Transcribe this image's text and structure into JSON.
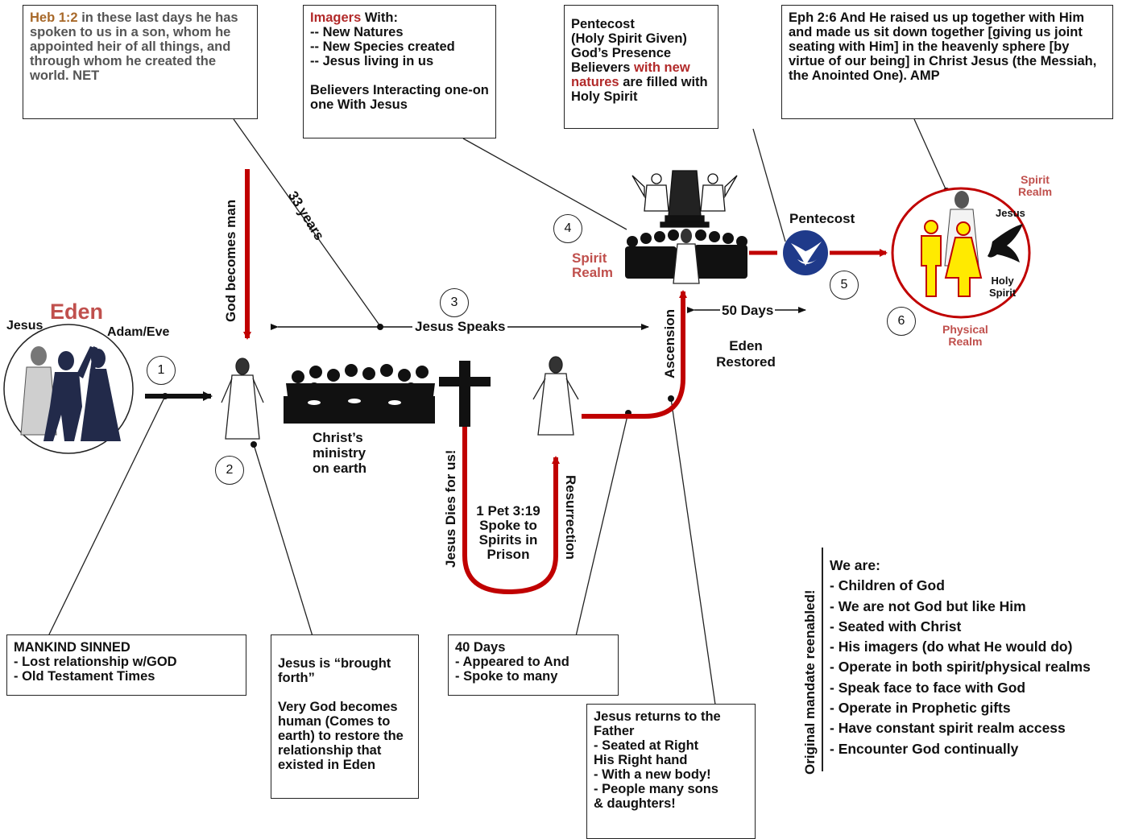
{
  "boxes": {
    "heb": {
      "ref": "Heb 1:2",
      "text": " in these last days he has spoken to us in a son, whom he appointed heir of all things, and through whom he created the world. NET"
    },
    "imagers": {
      "highlight": "Imagers",
      "line1": " With:",
      "rest": "-- New Natures\n-- New Species created\n-- Jesus living in us\n\nBelievers Interacting one-on one With Jesus"
    },
    "pentecost": {
      "lines": "Pentecost\n(Holy Spirit Given)\nGod’s Presence\nBelievers ",
      "highlight": "with new natures",
      "tail": " are filled with Holy Spirit"
    },
    "eph": {
      "text": "Eph 2:6  And He raised us up together with Him and made us sit down together [giving us joint seating with Him] in the heavenly sphere [by virtue of our being] in Christ Jesus (the Messiah, the Anointed One). AMP"
    },
    "mankind": {
      "text": "MANKIND SINNED\n- Lost relationship w/GOD\n- Old Testament Times"
    },
    "brought": {
      "text": "Jesus is “brought forth”\n\nVery God becomes human (Comes to earth) to restore the relationship that existed in Eden"
    },
    "forty": {
      "text": "40 Days\n- Appeared to And\n- Spoke to many"
    },
    "returns": {
      "text": "Jesus returns to the Father\n- Seated at Right\n   His Right hand\n- With a new body!\n- People many sons\n   & daughters!"
    }
  },
  "labels": {
    "eden": "Eden",
    "jesus": "Jesus",
    "adam_eve": "Adam/Eve",
    "god_becomes_man": "God becomes man",
    "thirty_three": "33 years",
    "jesus_speaks": "Jesus Speaks",
    "ministry": "Christ’s\nministry\non earth",
    "dies": "Jesus Dies for us!",
    "resurrection": "Resurrection",
    "pet": "1 Pet 3:19\nSpoke to\nSpirits in\nPrison",
    "ascension": "Ascension",
    "spirit_realm": "Spirit\nRealm",
    "fifty_days": "50 Days",
    "eden_restored": "Eden\nRestored",
    "pentecost": "Pentecost",
    "circle_spirit_realm": "Spirit\nRealm",
    "circle_jesus": "Jesus",
    "holy_spirit": "Holy\nSpirit",
    "physical_realm": "Physical\nRealm",
    "mandate": "Original mandate reenabled!"
  },
  "numbers": [
    "1",
    "2",
    "3",
    "4",
    "5",
    "6"
  ],
  "we_are": {
    "title": "We are:",
    "items": [
      "- Children of God",
      "- We are not God but like Him",
      "- Seated with Christ",
      "- His imagers (do what He would do)",
      "- Operate in both spirit/physical realms",
      "- Speak face to face with God",
      "- Operate in Prophetic gifts",
      "- Have constant spirit realm access",
      "- Encounter God continually"
    ]
  },
  "colors": {
    "arrow_red": "#c00000",
    "label_red": "#c0504d",
    "ref_gold": "#a8692a",
    "dove_blue": "#1f3a8a",
    "silhouette": "#222a4a"
  }
}
